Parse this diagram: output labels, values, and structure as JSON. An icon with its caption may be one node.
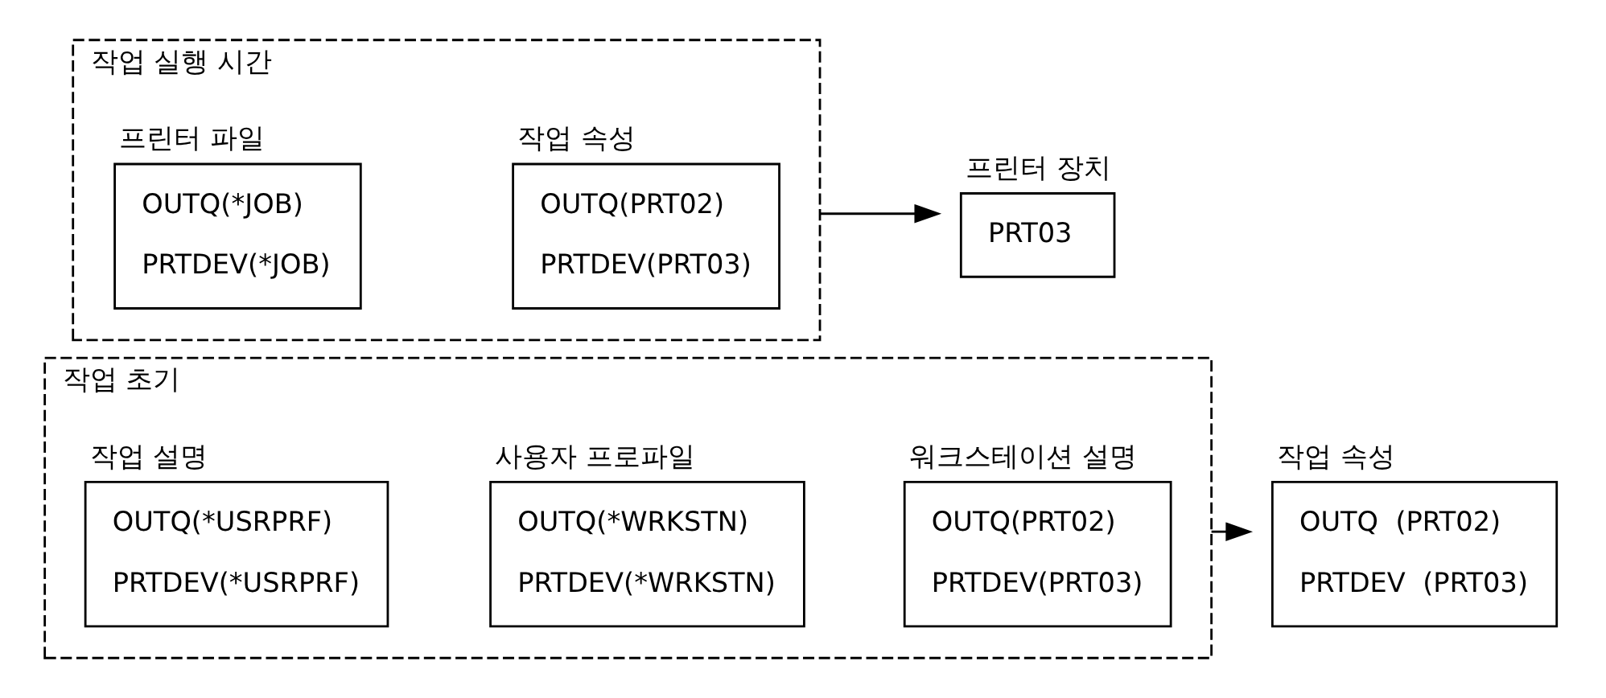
{
  "diagram": {
    "nodes": [
      {
        "text": [
          "작업 초기"
        ]
      },
      {
        "text": [
          "작업 설명",
          "OUTQ(*USRPRF)",
          "PRTDEV(*USRPRF)"
        ],
        "in": 0
      },
      {
        "text": [
          "사용자 프로파일",
          "OUTQ(*WRKSTN)",
          "PRTDEV(*WRKSTN)"
        ],
        "in": 0
      },
      {
        "text": [
          "워크스테이션 설명",
          "OUTQ(PRT02)",
          "PRTDEV(PRT03)"
        ],
        "in": 0
      },
      {
        "text": [
          "작업 속성",
          "OUTQ  (PRT02)",
          "PRTDEV  (PRT03)"
        ]
      },
      {
        "text": [
          "작업 실행 시간"
        ]
      },
      {
        "text": [
          "프린터 파일",
          "OUTQ(*JOB)",
          "PRTDEV(*JOB)"
        ],
        "in": 5
      },
      {
        "text": [
          "작업 속성",
          "OUTQ(PRT02)",
          "PRTDEV(PRT03)"
        ],
        "in": 5
      },
      {
        "text": [
          "프린터 장치",
          "PRT03"
        ]
      }
    ],
    "edges": [
      {
        "from": 0,
        "to": 4,
        "arrow": "to"
      },
      {
        "from": 5,
        "to": 8,
        "arrow": "to"
      }
    ]
  }
}
